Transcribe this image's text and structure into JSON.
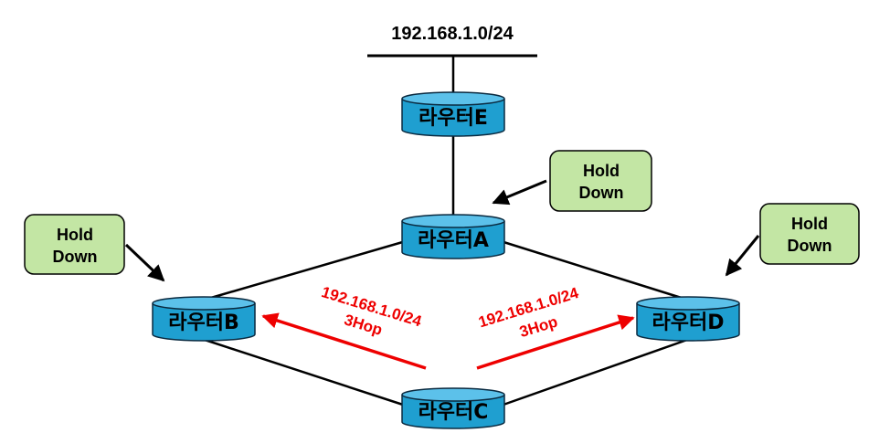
{
  "network": {
    "label": "192.168.1.0/24"
  },
  "routers": {
    "e": {
      "label": "라우터E"
    },
    "a": {
      "label": "라우터A"
    },
    "b": {
      "label": "라우터B"
    },
    "c": {
      "label": "라우터C"
    },
    "d": {
      "label": "라우터D"
    }
  },
  "hold_down": {
    "a": {
      "line1": "Hold",
      "line2": "Down"
    },
    "b": {
      "line1": "Hold",
      "line2": "Down"
    },
    "d": {
      "line1": "Hold",
      "line2": "Down"
    }
  },
  "updates": {
    "to_b": {
      "network": "192.168.1.0/24",
      "metric": "3Hop"
    },
    "to_d": {
      "network": "192.168.1.0/24",
      "metric": "3Hop"
    }
  },
  "colors": {
    "router_fill": "#1f9fd0",
    "router_top": "#5cc1ea",
    "hold_fill": "#c3e6a4",
    "update_red": "#ee0000"
  }
}
